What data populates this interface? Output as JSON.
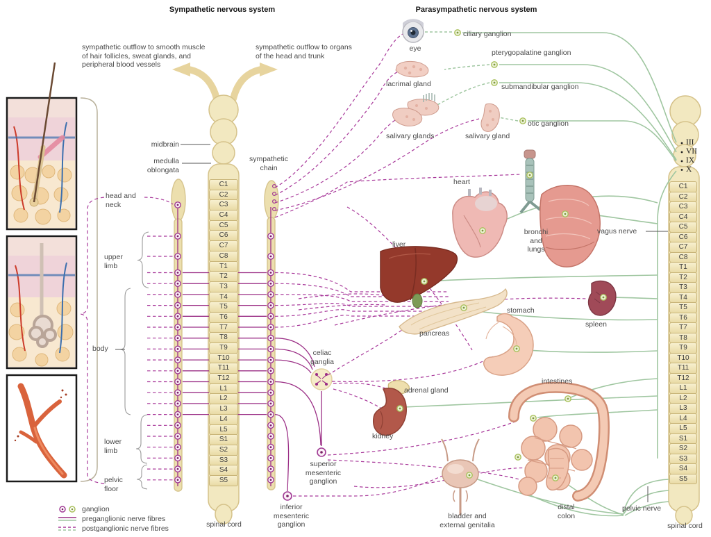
{
  "titles": {
    "sympathetic": "Sympathetic nervous system",
    "parasympathetic": "Parasympathetic nervous system"
  },
  "annotations": {
    "outflow_left": "sympathetic outflow to smooth muscle\nof hair follicles, sweat glands, and\nperipheral blood vessels",
    "outflow_right": "sympathetic outflow to organs\nof the head and trunk"
  },
  "brain": {
    "midbrain": "midbrain",
    "medulla": "medulla\noblongata"
  },
  "chain": {
    "label": "sympathetic\nchain"
  },
  "regions": {
    "head_neck": "head and\nneck",
    "upper_limb": "upper\nlimb",
    "body": "body",
    "lower_limb": "lower\nlimb",
    "pelvic_floor": "pelvic\nfloor"
  },
  "spine": {
    "segments": [
      "C1",
      "C2",
      "C3",
      "C4",
      "C5",
      "C6",
      "C7",
      "C8",
      "T1",
      "T2",
      "T3",
      "T4",
      "T5",
      "T6",
      "T7",
      "T8",
      "T9",
      "T10",
      "T11",
      "T12",
      "L1",
      "L2",
      "L3",
      "L4",
      "L5",
      "S1",
      "S2",
      "S3",
      "S4",
      "S5"
    ],
    "cranial": [
      "III",
      "VII",
      "IX",
      "X"
    ],
    "cord_label": "spinal cord"
  },
  "ganglia": {
    "ciliary": "ciliary ganglion",
    "pterygopalatine": "pterygopalatine ganglion",
    "submandibular": "submandibular ganglion",
    "otic": "otic ganglion",
    "celiac": "celiac\nganglia",
    "superior_mesenteric": "superior\nmesenteric\nganglion",
    "inferior_mesenteric": "inferior\nmesenteric\nganglion"
  },
  "organs": {
    "eye": "eye",
    "lacrimal": "lacrimal gland",
    "salivary_glands": "salivary glands",
    "salivary_gland": "salivary gland",
    "heart": "heart",
    "bronchi_lungs": "bronchi\nand\nlungs",
    "liver": "liver",
    "pancreas": "pancreas",
    "stomach": "stomach",
    "spleen": "spleen",
    "adrenal": "adrenal gland",
    "kidney": "kidney",
    "intestines": "intestines",
    "bladder": "bladder and\nexternal genitalia",
    "distal_colon": "distal\ncolon"
  },
  "nerves": {
    "vagus": "vagus nerve",
    "pelvic": "pelvic nerve"
  },
  "legend": {
    "ganglion": "ganglion",
    "preganglionic": "preganglionic nerve fibres",
    "postganglionic": "postganglionic nerve fibres"
  },
  "colors": {
    "sympathetic_purple": "#9b2f86",
    "parasympathetic_green": "#9fc6a0",
    "cord_beige": "#f2e8c0",
    "ganglion_green": "#a9c05c"
  }
}
